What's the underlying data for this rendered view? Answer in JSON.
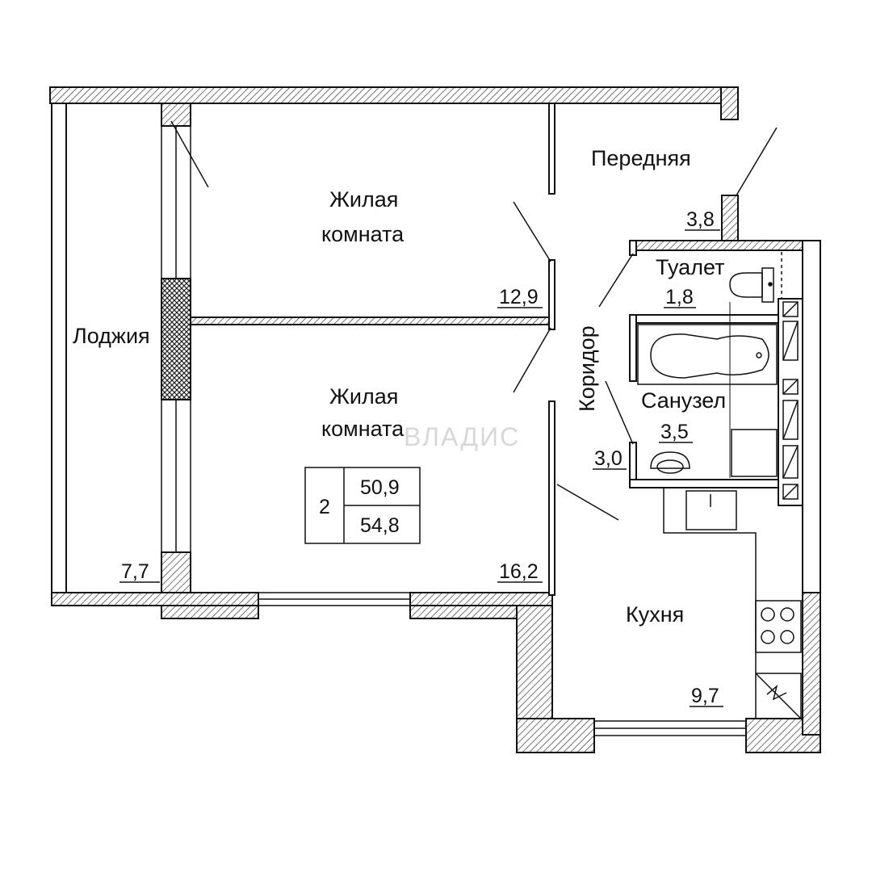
{
  "rooms": {
    "living_top": {
      "label_line1": "Жилая",
      "label_line2": "комната",
      "area": "12,9"
    },
    "living_bottom": {
      "label_line1": "Жилая",
      "label_line2": "комната",
      "area": "16,2"
    },
    "loggia": {
      "label": "Лоджия",
      "area": "7,7"
    },
    "hallway": {
      "label": "Передняя",
      "area": "3,8"
    },
    "toilet": {
      "label": "Туалет",
      "area": "1,8"
    },
    "corridor": {
      "label": "Коридор",
      "area": "3,0"
    },
    "bathroom": {
      "label": "Санузел",
      "area": "3,5"
    },
    "kitchen": {
      "label": "Кухня",
      "area": "9,7"
    }
  },
  "summary": {
    "rooms_count": "2",
    "living_total": "50,9",
    "total_area": "54,8"
  },
  "watermark": "ВЛАДИС",
  "colors": {
    "wall": "#111111",
    "hatch": "#555555",
    "background": "#ffffff"
  }
}
